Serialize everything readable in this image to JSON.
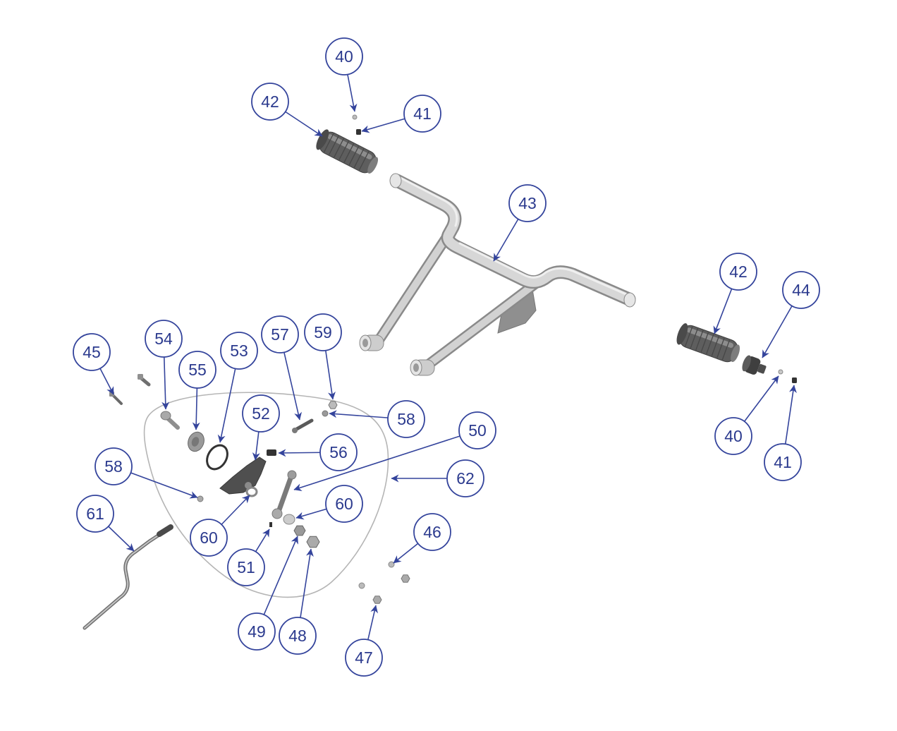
{
  "diagram": {
    "callouts": [
      "40",
      "42",
      "41",
      "43",
      "42",
      "44",
      "40",
      "41",
      "45",
      "54",
      "55",
      "53",
      "57",
      "59",
      "52",
      "58",
      "50",
      "56",
      "62",
      "58",
      "60",
      "60",
      "61",
      "51",
      "46",
      "49",
      "48",
      "47"
    ]
  },
  "colors": {
    "callout": "#34449c",
    "callout_text": "#2b3a8e"
  }
}
